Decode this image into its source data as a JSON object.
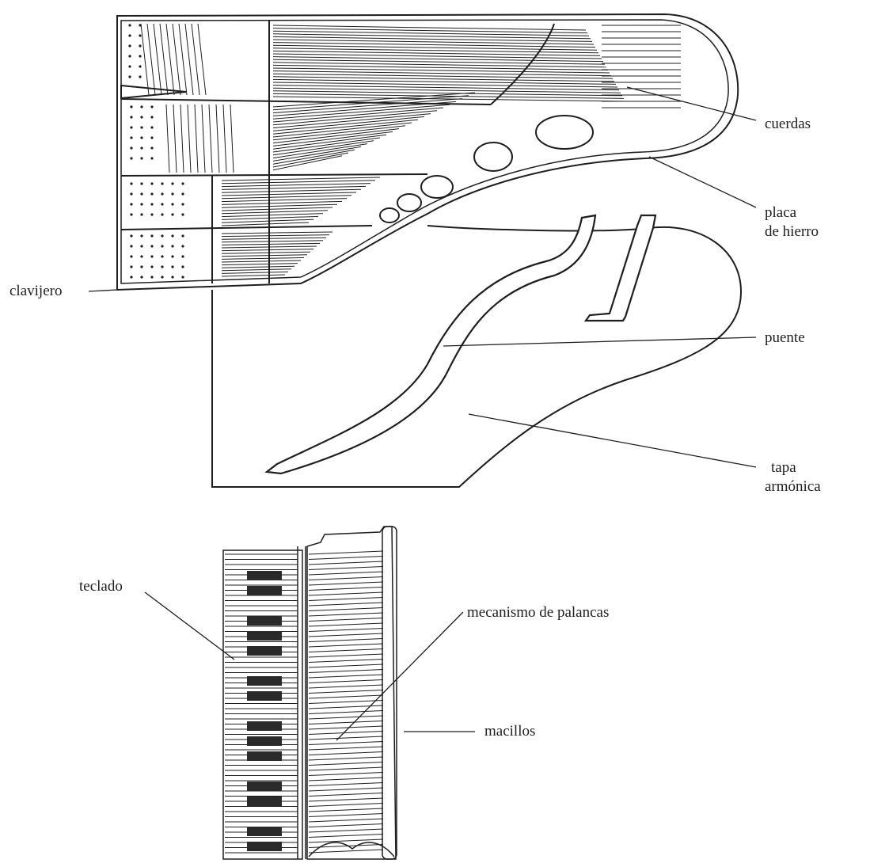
{
  "labels": {
    "cuerdas": "cuerdas",
    "placa_line1": "placa",
    "placa_line2": "de hierro",
    "clavijero": "clavijero",
    "puente": "puente",
    "tapa_line1": "tapa",
    "tapa_line2": "armónica",
    "teclado": "teclado",
    "mecanismo": "mecanismo de palancas",
    "macillos": "macillos"
  },
  "colors": {
    "ink": "#1e1e1e",
    "paper": "#ffffff"
  }
}
